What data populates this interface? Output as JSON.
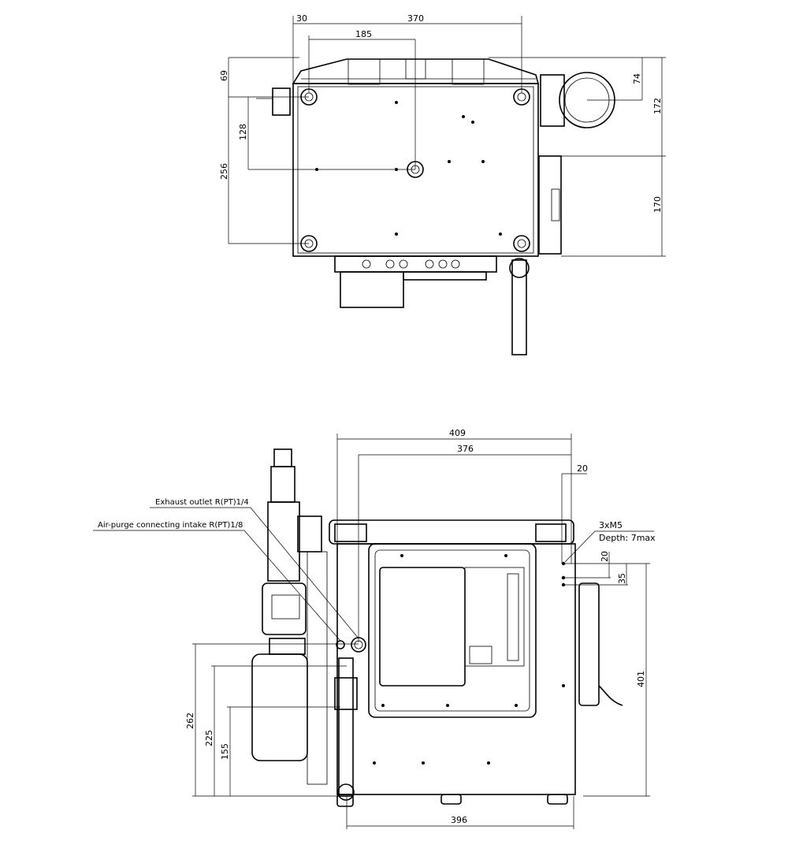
{
  "top_view": {
    "dimensions": {
      "d30": "30",
      "d370": "370",
      "d185": "185",
      "d69": "69",
      "d128": "128",
      "d256": "256",
      "d74": "74",
      "d172": "172",
      "d170": "170"
    }
  },
  "front_view": {
    "dimensions": {
      "d409": "409",
      "d376": "376",
      "d20a": "20",
      "d20b": "20",
      "d35": "35",
      "d401": "401",
      "d262": "262",
      "d225": "225",
      "d155": "155",
      "d396": "396"
    },
    "notes": {
      "m5_count": "3xM5",
      "m5_depth": "Depth: 7max",
      "exhaust": "Exhaust outlet R(PT)1/4",
      "air_purge": "Air-purge connecting intake R(PT)1/8"
    }
  }
}
